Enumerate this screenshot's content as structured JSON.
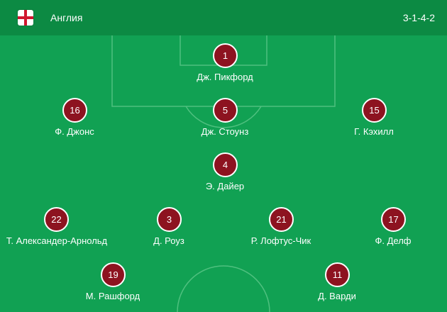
{
  "team": {
    "name": "Англия",
    "formation": "3-1-4-2",
    "flag_icon": "england-flag-icon"
  },
  "colors": {
    "pitch": "#11a153",
    "header": "#0c8a43",
    "lines": "#4fc07f",
    "player_circle": "#8d1320",
    "text": "#ffffff"
  },
  "players": [
    {
      "number": "1",
      "name": "Дж. Пикфорд"
    },
    {
      "number": "16",
      "name": "Ф. Джонс"
    },
    {
      "number": "5",
      "name": "Дж. Стоунз"
    },
    {
      "number": "15",
      "name": "Г. Кэхилл"
    },
    {
      "number": "4",
      "name": "Э. Дайер"
    },
    {
      "number": "22",
      "name": "Т. Александер-Арнольд"
    },
    {
      "number": "3",
      "name": "Д. Роуз"
    },
    {
      "number": "21",
      "name": "Р. Лофтус-Чик"
    },
    {
      "number": "17",
      "name": "Ф. Делф"
    },
    {
      "number": "19",
      "name": "М. Рашфорд"
    },
    {
      "number": "11",
      "name": "Д. Варди"
    }
  ]
}
